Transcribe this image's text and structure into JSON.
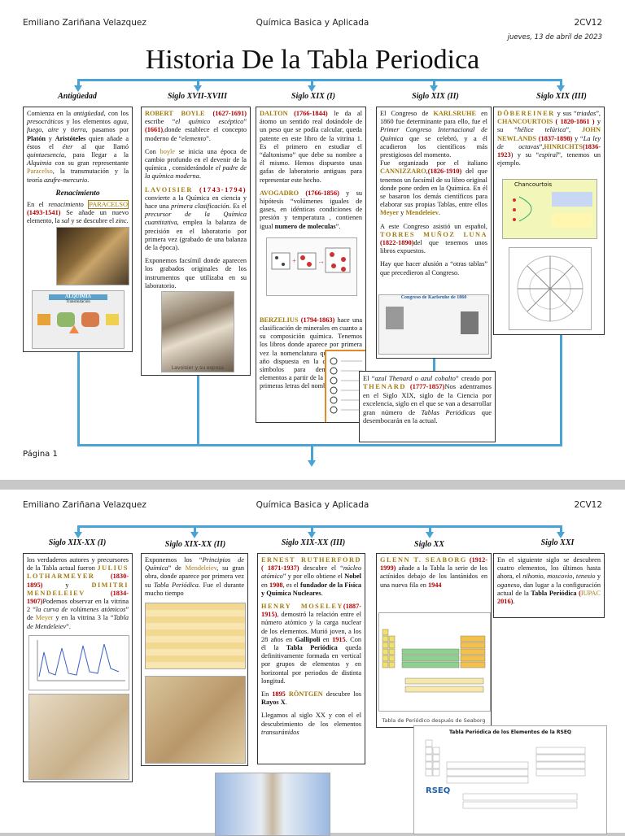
{
  "page1": {
    "author": "Emiliano Zariñana Velazquez",
    "subject": "Química Basica y Aplicada",
    "group": "2CV12",
    "date": "jueves, 13 de abril de 2023",
    "title": "Historia De la Tabla Periodica",
    "sections": [
      "Antigüedad",
      "Siglo XVII-XVIII",
      "Siglo XIX (I)",
      "Siglo XIX (II)",
      "Siglo XIX (III)"
    ],
    "renacimiento": "Renacimiento",
    "page_label": "Página 1",
    "alquimia_label": "ALQUIMIA",
    "transmutacion_label": "Transmutación",
    "chancourtois_label": "Chancourtois",
    "karlsruhe_label": "Congreso de Karlsruhe de 1860",
    "lavoisier_caption": "Lavoisier y su esposa"
  },
  "page2": {
    "author": "Emiliano Zariñana Velazquez",
    "subject": "Química Basica y Aplicada",
    "group": "2CV12",
    "sections": [
      "Siglo XIX-XX (I)",
      "Siglo XIX-XX (II)",
      "Siglo XIX-XX (III)",
      "Siglo XX",
      "Siglo XXI"
    ],
    "seaborg_caption": "Tabla de Periódico después de Seaborg",
    "rseq_title": "Tabla Periódica de los Elementos de la RSEQ",
    "rseq_logo": "RSEQ"
  },
  "colors": {
    "accent": "#4aa3d6",
    "gold": "#a07a10",
    "red": "#b00000"
  }
}
